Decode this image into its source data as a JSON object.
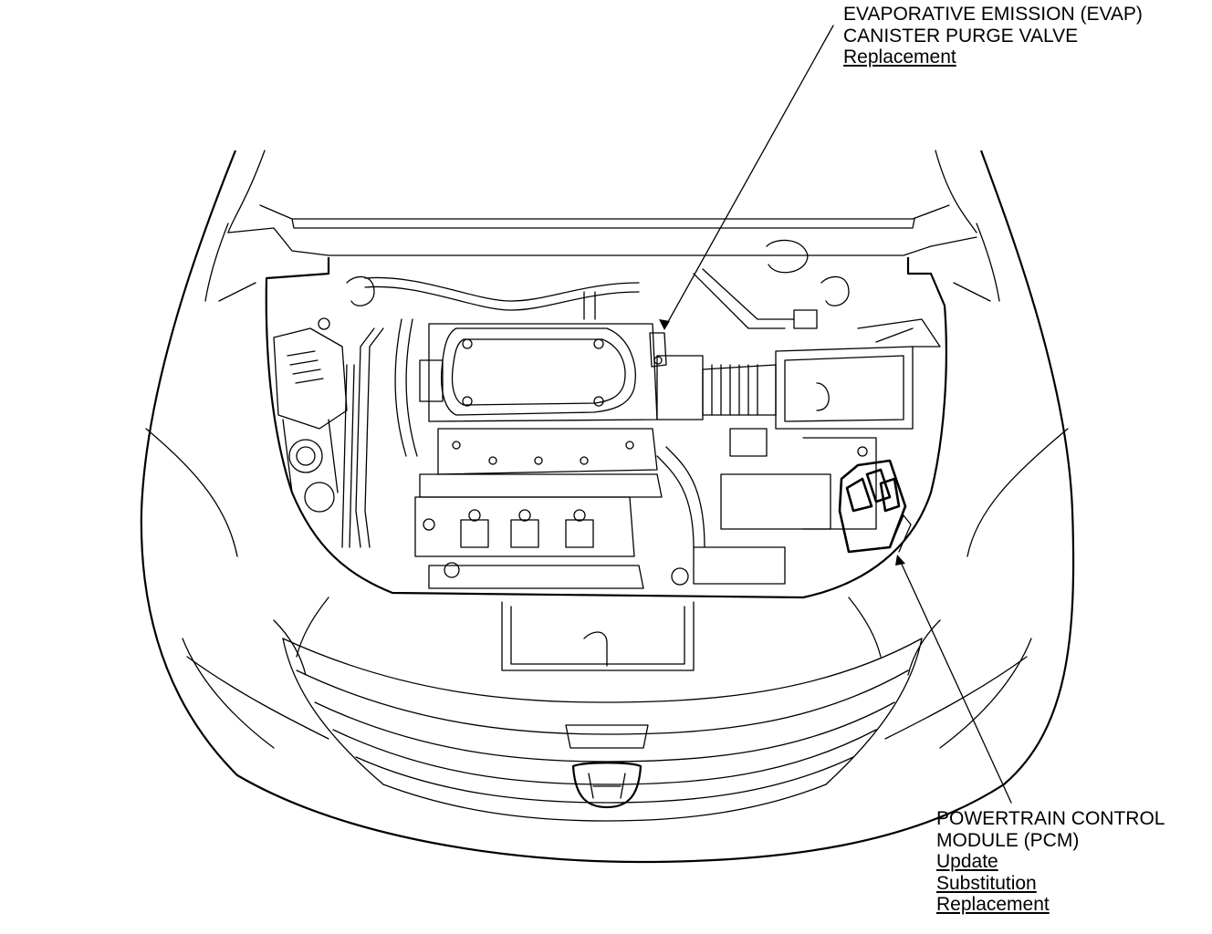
{
  "callouts": {
    "evap": {
      "title_lines": [
        "EVAPORATIVE EMISSION (EVAP)",
        "CANISTER PURGE VALVE"
      ],
      "links": [
        "Replacement"
      ]
    },
    "pcm": {
      "title_lines": [
        "POWERTRAIN CONTROL",
        "MODULE (PCM)"
      ],
      "links": [
        "Update",
        "Substitution",
        "Replacement"
      ]
    }
  },
  "colors": {
    "line": "#000000",
    "background": "#ffffff"
  }
}
